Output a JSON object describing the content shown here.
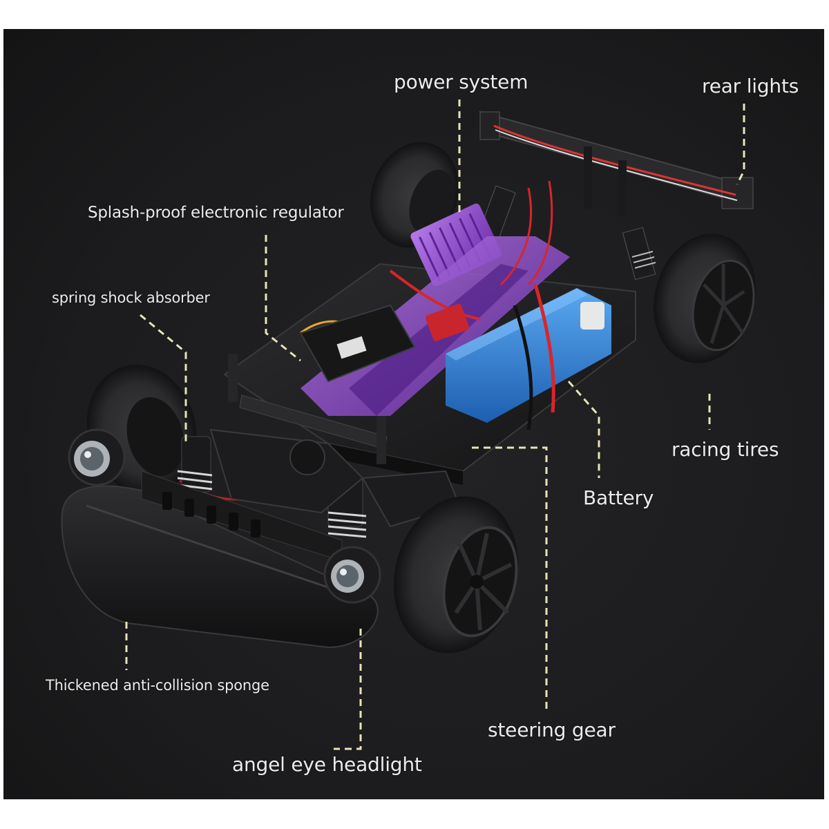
{
  "infographic": {
    "subject": "RC drift car chassis",
    "background_color": "#1f1f21",
    "callout_line_color": "#e8e4b8",
    "labels": {
      "power_system": "power system",
      "rear_lights": "rear lights",
      "regulator": "Splash-proof electronic regulator",
      "shock_absorber": "spring shock absorber",
      "racing_tires": "racing tires",
      "battery": "Battery",
      "sponge": "Thickened anti-collision sponge",
      "steering_gear": "steering gear",
      "headlight": "angel eye headlight"
    },
    "component_colors": {
      "motor_heatsink": "#8a3fc9",
      "battery": "#2d7fd6",
      "connector": "#c8262c",
      "tires": "#2a2a2c"
    }
  }
}
